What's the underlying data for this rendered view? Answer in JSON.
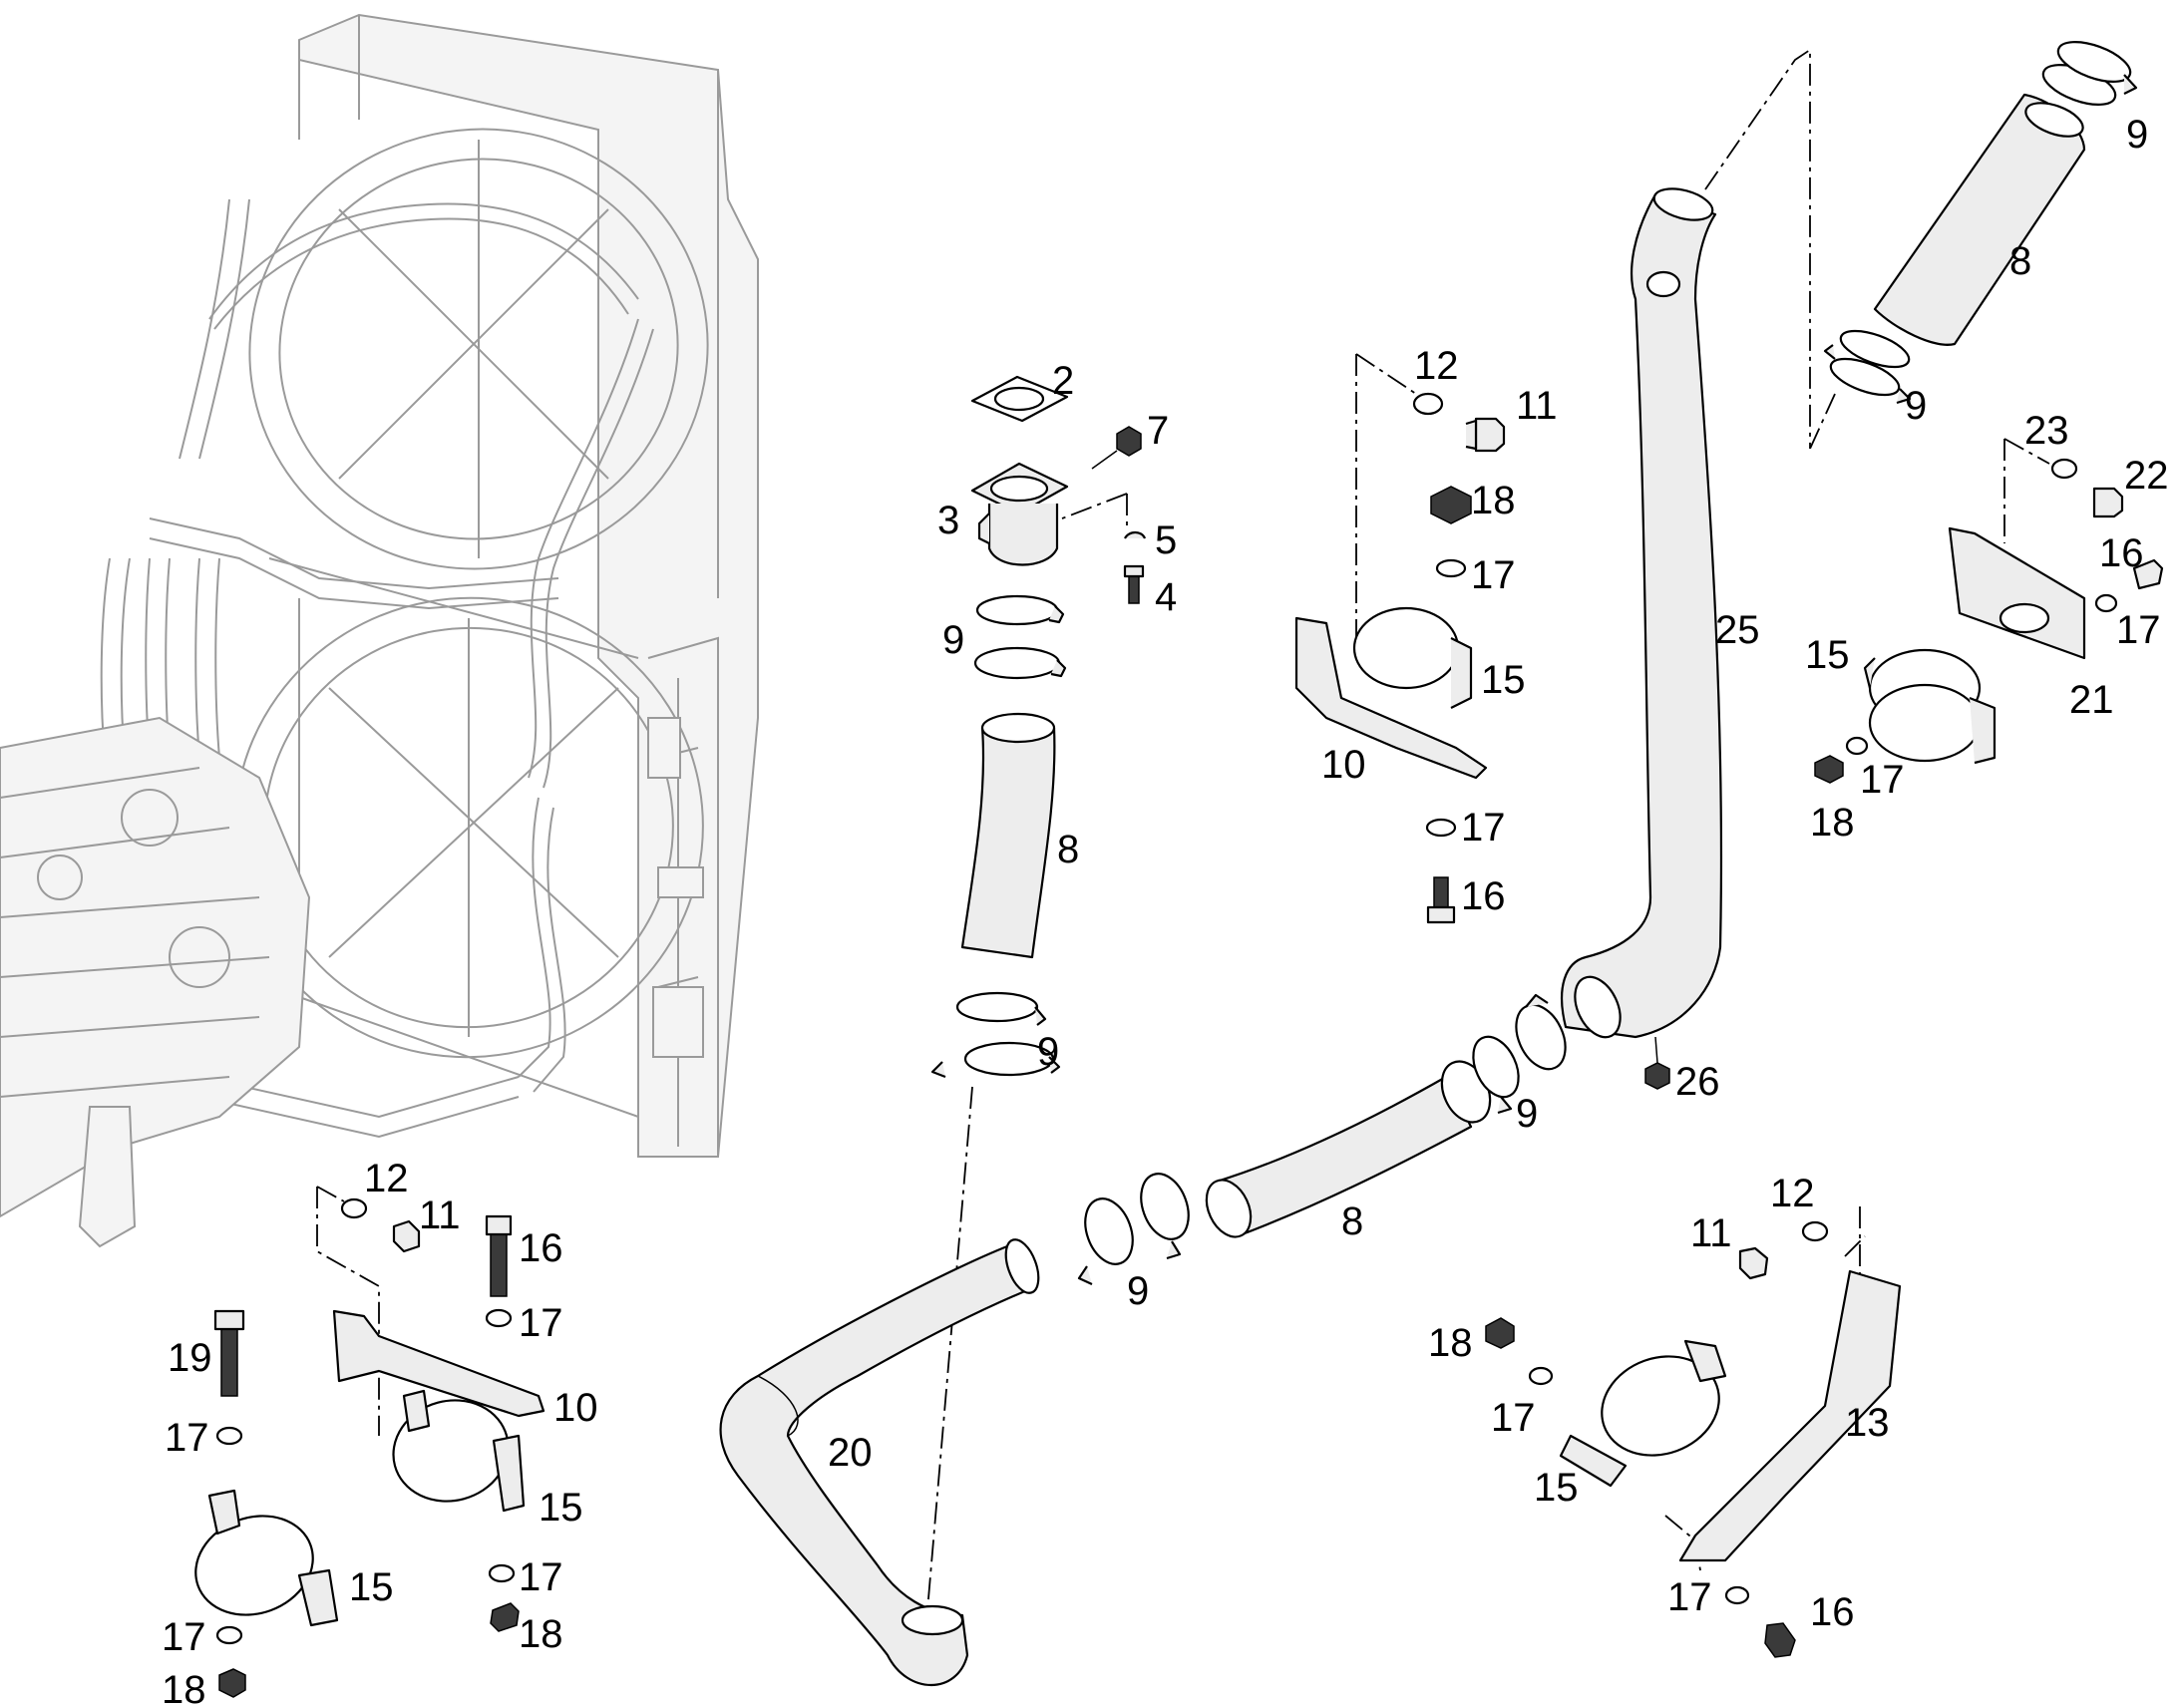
{
  "callouts": [
    {
      "id": "c2",
      "text": "2"
    },
    {
      "id": "c7",
      "text": "7"
    },
    {
      "id": "c3",
      "text": "3"
    },
    {
      "id": "c5",
      "text": "5"
    },
    {
      "id": "c4",
      "text": "4"
    },
    {
      "id": "c9a",
      "text": "9"
    },
    {
      "id": "c8a",
      "text": "8"
    },
    {
      "id": "c9b",
      "text": "9"
    },
    {
      "id": "c12a",
      "text": "12"
    },
    {
      "id": "c11a",
      "text": "11"
    },
    {
      "id": "c18a",
      "text": "18"
    },
    {
      "id": "c17a",
      "text": "17"
    },
    {
      "id": "c15a",
      "text": "15"
    },
    {
      "id": "c10a",
      "text": "10"
    },
    {
      "id": "c17b",
      "text": "17"
    },
    {
      "id": "c16a",
      "text": "16"
    },
    {
      "id": "c25",
      "text": "25"
    },
    {
      "id": "c9c",
      "text": "9"
    },
    {
      "id": "c8b",
      "text": "8"
    },
    {
      "id": "c9d",
      "text": "9"
    },
    {
      "id": "c23",
      "text": "23"
    },
    {
      "id": "c22",
      "text": "22"
    },
    {
      "id": "c16b",
      "text": "16"
    },
    {
      "id": "c17c",
      "text": "17"
    },
    {
      "id": "c15b",
      "text": "15"
    },
    {
      "id": "c21",
      "text": "21"
    },
    {
      "id": "c17d",
      "text": "17"
    },
    {
      "id": "c18b",
      "text": "18"
    },
    {
      "id": "c26",
      "text": "26"
    },
    {
      "id": "c9e",
      "text": "9"
    },
    {
      "id": "c8c",
      "text": "8"
    },
    {
      "id": "c9f",
      "text": "9"
    },
    {
      "id": "c20",
      "text": "20"
    },
    {
      "id": "c12b",
      "text": "12"
    },
    {
      "id": "c11b",
      "text": "11"
    },
    {
      "id": "c16c",
      "text": "16"
    },
    {
      "id": "c17e",
      "text": "17"
    },
    {
      "id": "c10b",
      "text": "10"
    },
    {
      "id": "c19",
      "text": "19"
    },
    {
      "id": "c17f",
      "text": "17"
    },
    {
      "id": "c15c",
      "text": "15"
    },
    {
      "id": "c15d",
      "text": "15"
    },
    {
      "id": "c17g",
      "text": "17"
    },
    {
      "id": "c18c",
      "text": "18"
    },
    {
      "id": "c17h",
      "text": "17"
    },
    {
      "id": "c18d",
      "text": "18"
    },
    {
      "id": "c12c",
      "text": "12"
    },
    {
      "id": "c11c",
      "text": "11"
    },
    {
      "id": "c18e",
      "text": "18"
    },
    {
      "id": "c17i",
      "text": "17"
    },
    {
      "id": "c15e",
      "text": "15"
    },
    {
      "id": "c13",
      "text": "13"
    },
    {
      "id": "c17j",
      "text": "17"
    },
    {
      "id": "c16d",
      "text": "16"
    }
  ]
}
